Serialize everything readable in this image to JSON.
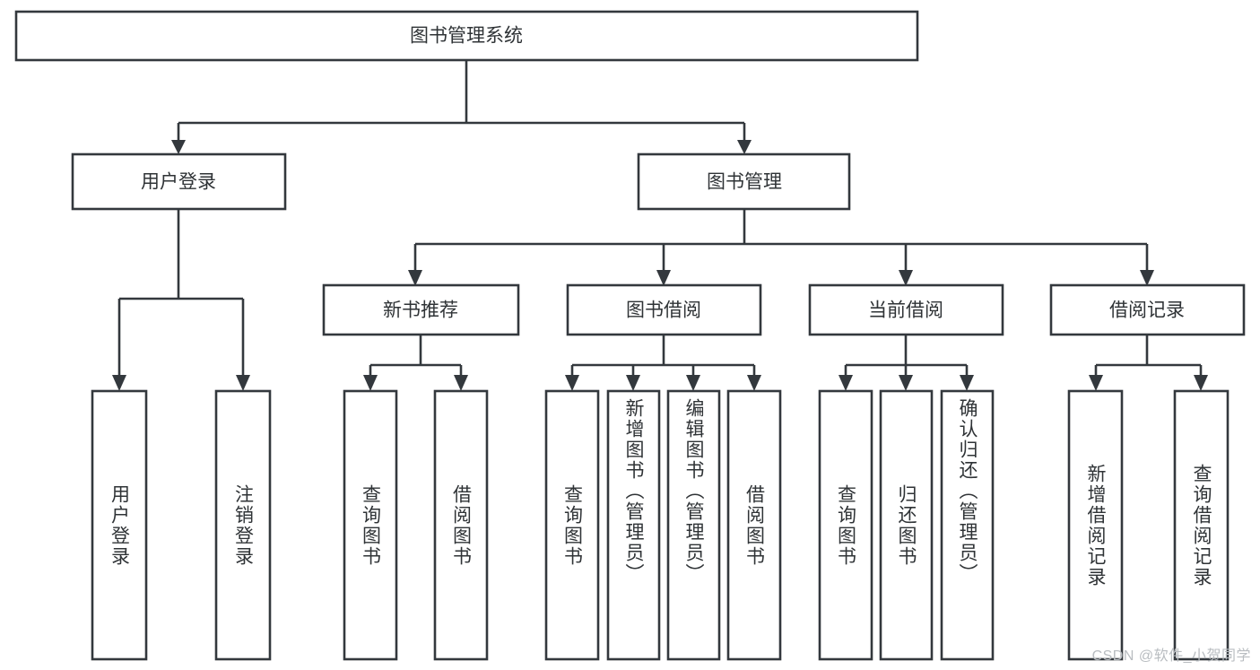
{
  "diagram": {
    "title": "图书管理系统",
    "type": "tree-hierarchy-flowchart",
    "colors": {
      "stroke": "#33383d",
      "box_fill": "#ffffff",
      "text": "#2f3336",
      "background": "#ffffff",
      "watermark": "#b9bdc1"
    },
    "root": {
      "label": "图书管理系统",
      "orientation": "horizontal"
    },
    "level2": [
      {
        "label": "用户登录",
        "orientation": "horizontal"
      },
      {
        "label": "图书管理",
        "orientation": "horizontal"
      }
    ],
    "level3": [
      {
        "label": "新书推荐",
        "orientation": "horizontal"
      },
      {
        "label": "图书借阅",
        "orientation": "horizontal"
      },
      {
        "label": "当前借阅",
        "orientation": "horizontal"
      },
      {
        "label": "借阅记录",
        "orientation": "horizontal"
      }
    ],
    "leaves": {
      "user_login": [
        {
          "label": "用户登录",
          "orientation": "vertical"
        },
        {
          "label": "注销登录",
          "orientation": "vertical"
        }
      ],
      "new_book_recommend": [
        {
          "label": "查询图书",
          "orientation": "vertical"
        },
        {
          "label": "借阅图书",
          "orientation": "vertical"
        }
      ],
      "book_borrow": [
        {
          "label": "查询图书",
          "orientation": "vertical"
        },
        {
          "label": "新增图书（管理员）",
          "orientation": "vertical"
        },
        {
          "label": "编辑图书（管理员）",
          "orientation": "vertical"
        },
        {
          "label": "借阅图书",
          "orientation": "vertical"
        }
      ],
      "current_borrow": [
        {
          "label": "查询图书",
          "orientation": "vertical"
        },
        {
          "label": "归还图书",
          "orientation": "vertical"
        },
        {
          "label": "确认归还（管理员）",
          "orientation": "vertical"
        }
      ],
      "borrow_record": [
        {
          "label": "新增借阅记录",
          "orientation": "vertical"
        },
        {
          "label": "查询借阅记录",
          "orientation": "vertical"
        }
      ]
    }
  },
  "watermark": {
    "text": "CSDN @软件_小贺同学"
  }
}
